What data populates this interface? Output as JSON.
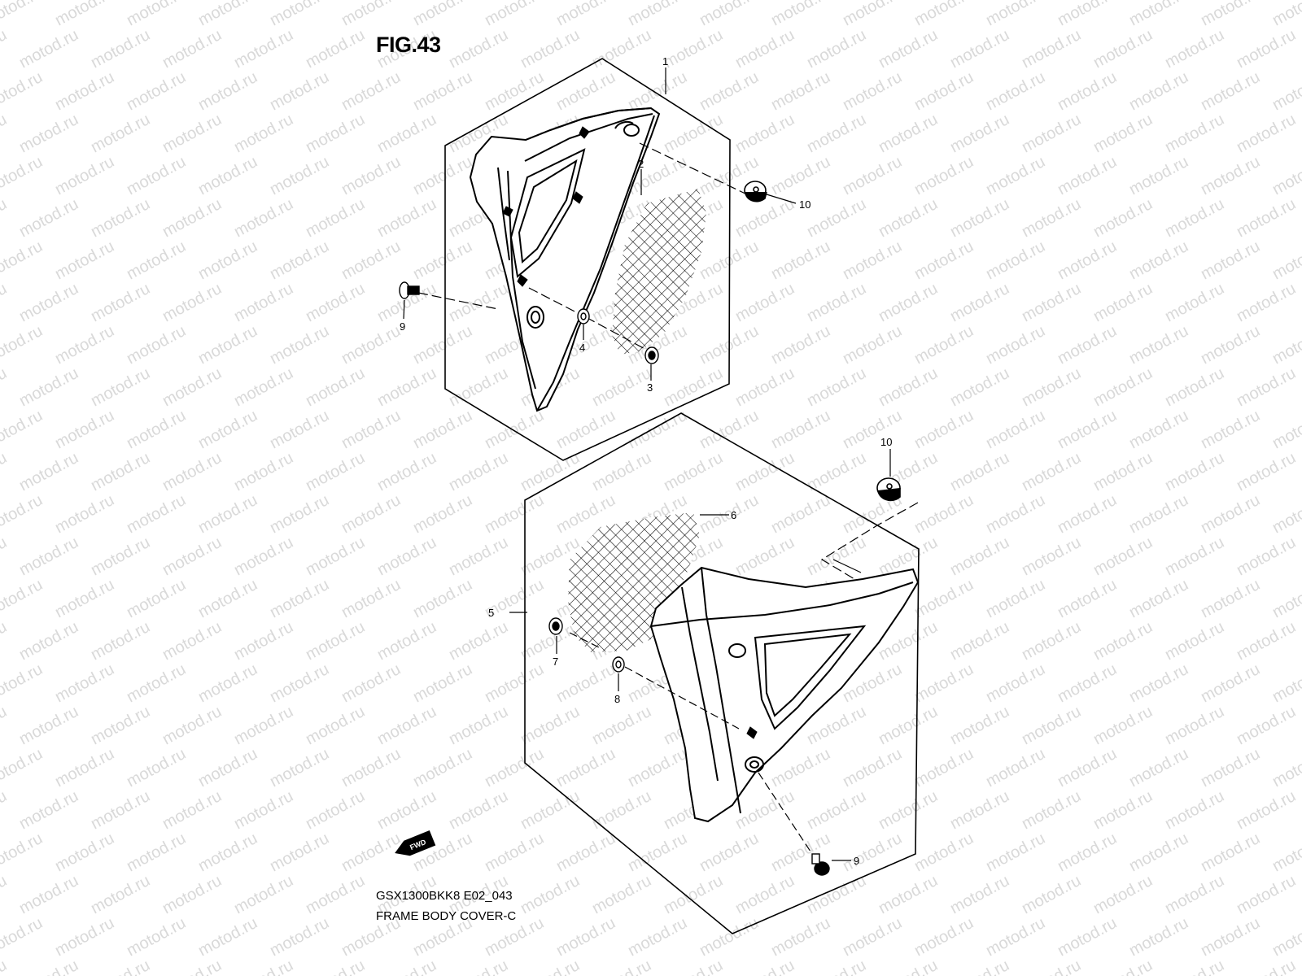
{
  "figure": {
    "title": "FIG.43",
    "code": "GSX1300BKK8 E02_043",
    "caption": "FRAME BODY COVER-C"
  },
  "watermark": {
    "text": "motod.ru",
    "color": "#d9d9d9"
  },
  "fwd_badge": {
    "text": "FWD"
  },
  "callouts": [
    {
      "id": "c1",
      "label": "1"
    },
    {
      "id": "c2",
      "label": "2"
    },
    {
      "id": "c3",
      "label": "3"
    },
    {
      "id": "c4",
      "label": "4"
    },
    {
      "id": "c9a",
      "label": "9"
    },
    {
      "id": "c10a",
      "label": "10"
    },
    {
      "id": "c5",
      "label": "5"
    },
    {
      "id": "c6",
      "label": "6"
    },
    {
      "id": "c7",
      "label": "7"
    },
    {
      "id": "c8",
      "label": "8"
    },
    {
      "id": "c9b",
      "label": "9"
    },
    {
      "id": "c10b",
      "label": "10"
    }
  ]
}
